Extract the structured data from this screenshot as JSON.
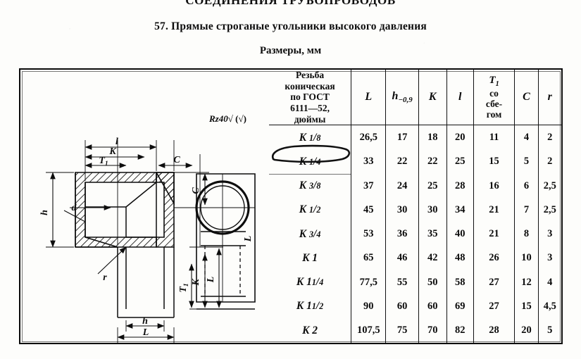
{
  "page": {
    "running_head": "СОЕДИНЕНИЯ ТРУБОПРОВОДОВ",
    "section_title": "57. Прямые строганые угольники высокого давления",
    "units_line": "Размеры, мм"
  },
  "figure": {
    "surface_finish_note": "Rz40",
    "surface_finish_suffix": "(  )",
    "labels": {
      "l_top": "l",
      "K_top": "K",
      "T1_top": "T",
      "T1_top_sub": "1",
      "C_top": "C",
      "C_right": "C",
      "h_left": "h",
      "d_bore": "d",
      "r_fillet": "r",
      "h_bottom": "h",
      "L_bottom": "L",
      "L_right": "L",
      "K_right": "K",
      "T1_right": "T",
      "end_view_L": "L"
    }
  },
  "table": {
    "headers": {
      "thread": "Резьба коническая по ГОСТ 6111—52, дюймы",
      "thread_lines": [
        "Резьба",
        "коническая",
        "по ГОСТ",
        "6111—52,",
        "дюймы"
      ],
      "L": "L",
      "h": "h",
      "h_sub": "−0,9",
      "K": "K",
      "l": "l",
      "T1": "T",
      "T1_sub": "1",
      "T1_note_lines": [
        "со",
        "сбе-",
        "гом"
      ],
      "C": "C",
      "r": "r"
    },
    "rows": [
      {
        "thread_prefix": "K",
        "thread_num": "",
        "frac_n": "1",
        "frac_d": "8",
        "L": "26,5",
        "h": "17",
        "K": "18",
        "l": "20",
        "T1": "11",
        "C": "4",
        "r": "2",
        "annotated": false
      },
      {
        "thread_prefix": "K",
        "thread_num": "",
        "frac_n": "1",
        "frac_d": "4",
        "L": "33",
        "h": "22",
        "K": "22",
        "l": "25",
        "T1": "15",
        "C": "5",
        "r": "2",
        "annotated": true
      },
      {
        "thread_prefix": "K",
        "thread_num": "",
        "frac_n": "3",
        "frac_d": "8",
        "L": "37",
        "h": "24",
        "K": "25",
        "l": "28",
        "T1": "16",
        "C": "6",
        "r": "2,5",
        "annotated": false
      },
      {
        "thread_prefix": "K",
        "thread_num": "",
        "frac_n": "1",
        "frac_d": "2",
        "L": "45",
        "h": "30",
        "K": "30",
        "l": "34",
        "T1": "21",
        "C": "7",
        "r": "2,5",
        "annotated": false
      },
      {
        "thread_prefix": "K",
        "thread_num": "",
        "frac_n": "3",
        "frac_d": "4",
        "L": "53",
        "h": "36",
        "K": "35",
        "l": "40",
        "T1": "21",
        "C": "8",
        "r": "3",
        "annotated": false
      },
      {
        "thread_prefix": "K",
        "thread_num": "1",
        "frac_n": "",
        "frac_d": "",
        "L": "65",
        "h": "46",
        "K": "42",
        "l": "48",
        "T1": "26",
        "C": "10",
        "r": "3",
        "annotated": false
      },
      {
        "thread_prefix": "K",
        "thread_num": "1",
        "frac_n": "1",
        "frac_d": "4",
        "L": "77,5",
        "h": "55",
        "K": "50",
        "l": "58",
        "T1": "27",
        "C": "12",
        "r": "4",
        "annotated": false
      },
      {
        "thread_prefix": "K",
        "thread_num": "1",
        "frac_n": "1",
        "frac_d": "2",
        "L": "90",
        "h": "60",
        "K": "60",
        "l": "69",
        "T1": "27",
        "C": "15",
        "r": "4,5",
        "annotated": false
      },
      {
        "thread_prefix": "K",
        "thread_num": "2",
        "frac_n": "",
        "frac_d": "",
        "L": "107,5",
        "h": "75",
        "K": "70",
        "l": "82",
        "T1": "28",
        "C": "20",
        "r": "5",
        "annotated": false
      }
    ]
  },
  "annotation": {
    "type": "hand-drawn-ellipse",
    "target_row_index": 1,
    "color": "#111111"
  }
}
